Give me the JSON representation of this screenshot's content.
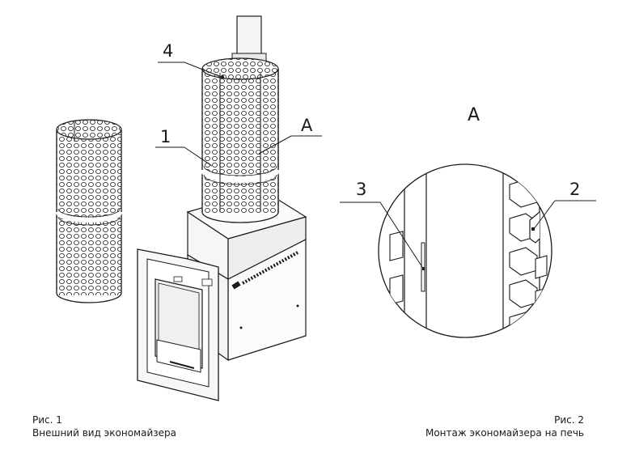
{
  "callouts": {
    "n1": "1",
    "n2": "2",
    "n3": "3",
    "n4": "4",
    "a_fig1": "A",
    "a_fig2": "A"
  },
  "fig1": {
    "number": "Рис. 1",
    "caption": "Внешний вид экономайзера"
  },
  "fig2": {
    "number": "Рис. 2",
    "caption": "Монтаж экономайзера на печь"
  },
  "colors": {
    "line": "#1a1a1a",
    "fill_light": "#f2f2f2",
    "fill_mid": "#d9d9d9",
    "fill_dark": "#9a9a9a"
  }
}
